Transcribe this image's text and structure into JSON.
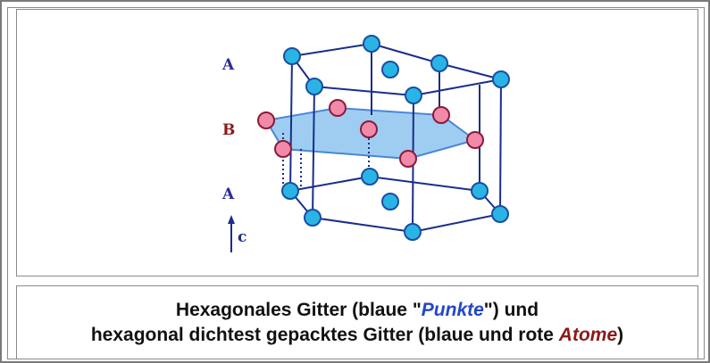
{
  "figure": {
    "layer_labels": {
      "top_a": "A",
      "middle_b": "B",
      "bottom_a": "A"
    },
    "axis_label": "c",
    "colors": {
      "blue_atom": "#2ab4e6",
      "red_atom": "#f08aa8",
      "plane_fill": "#8ec4f0",
      "edge": "#1a2e8a",
      "layer_a_text": "#2a2aa0",
      "layer_b_text": "#8b1a1a"
    },
    "structure": {
      "blue_atoms_count": 14,
      "red_atoms_count": 7
    }
  },
  "caption": {
    "line1_prefix": "Hexagonales Gitter (blaue \"",
    "line1_emph": "Punkte",
    "line1_suffix": "\") und",
    "line2_prefix": "hexagonal dichtest gepacktes Gitter (blaue und rote ",
    "line2_emph": "Atome",
    "line2_suffix": ")"
  }
}
